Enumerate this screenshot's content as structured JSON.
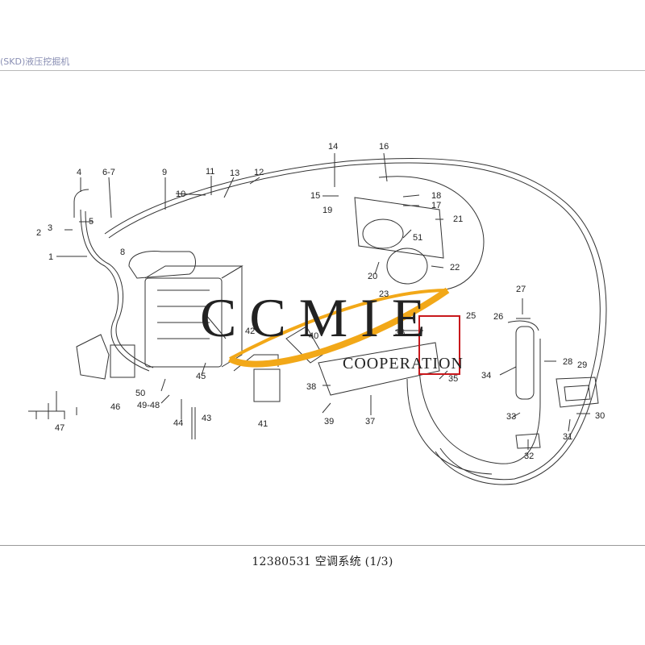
{
  "header": {
    "text": "(SKD)液压挖掘机"
  },
  "caption": {
    "text": "12380531 空调系统 (1/3)"
  },
  "watermark": {
    "main": "CCMIE",
    "sub": "COOPERATION",
    "swoosh_color": "#f2a818",
    "box_color": "#c8181c"
  },
  "callouts": [
    {
      "id": "c1",
      "text": "1"
    },
    {
      "id": "c2",
      "text": "2"
    },
    {
      "id": "c3",
      "text": "3"
    },
    {
      "id": "c4",
      "text": "4"
    },
    {
      "id": "c5",
      "text": "5"
    },
    {
      "id": "c6",
      "text": "6-7"
    },
    {
      "id": "c8",
      "text": "8"
    },
    {
      "id": "c9",
      "text": "9"
    },
    {
      "id": "c10",
      "text": "10"
    },
    {
      "id": "c11",
      "text": "11"
    },
    {
      "id": "c12",
      "text": "12"
    },
    {
      "id": "c13",
      "text": "13"
    },
    {
      "id": "c14",
      "text": "14"
    },
    {
      "id": "c15",
      "text": "15"
    },
    {
      "id": "c16",
      "text": "16"
    },
    {
      "id": "c17",
      "text": "17"
    },
    {
      "id": "c18",
      "text": "18"
    },
    {
      "id": "c19",
      "text": "19"
    },
    {
      "id": "c20",
      "text": "20"
    },
    {
      "id": "c21",
      "text": "21"
    },
    {
      "id": "c22",
      "text": "22"
    },
    {
      "id": "c23",
      "text": "23"
    },
    {
      "id": "c25",
      "text": "25"
    },
    {
      "id": "c26",
      "text": "26"
    },
    {
      "id": "c27",
      "text": "27"
    },
    {
      "id": "c28",
      "text": "28"
    },
    {
      "id": "c29",
      "text": "29"
    },
    {
      "id": "c30",
      "text": "30"
    },
    {
      "id": "c31",
      "text": "31"
    },
    {
      "id": "c32",
      "text": "32"
    },
    {
      "id": "c33",
      "text": "33"
    },
    {
      "id": "c34",
      "text": "34"
    },
    {
      "id": "c35",
      "text": "35"
    },
    {
      "id": "c36",
      "text": "36"
    },
    {
      "id": "c37",
      "text": "37"
    },
    {
      "id": "c38",
      "text": "38"
    },
    {
      "id": "c39",
      "text": "39"
    },
    {
      "id": "c40",
      "text": "40"
    },
    {
      "id": "c41",
      "text": "41"
    },
    {
      "id": "c42",
      "text": "42"
    },
    {
      "id": "c43",
      "text": "43"
    },
    {
      "id": "c44",
      "text": "44"
    },
    {
      "id": "c45",
      "text": "45"
    },
    {
      "id": "c46",
      "text": "46"
    },
    {
      "id": "c47",
      "text": "47"
    },
    {
      "id": "c48",
      "text": "49-48"
    },
    {
      "id": "c50",
      "text": "50"
    },
    {
      "id": "c51",
      "text": "51"
    }
  ]
}
